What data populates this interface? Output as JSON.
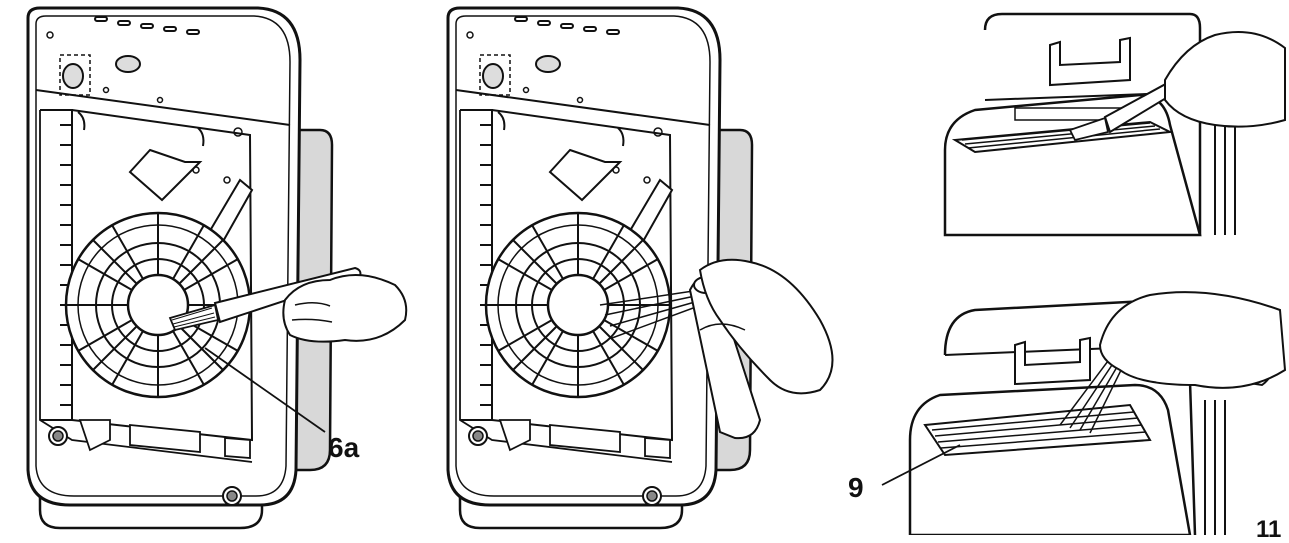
{
  "figure": {
    "callouts": {
      "fan_grille": "6a",
      "vent_grille": "9"
    },
    "page_number": "11"
  },
  "colors": {
    "ink": "#111111",
    "side_panel": "#d8d8d8",
    "background": "#ffffff"
  }
}
